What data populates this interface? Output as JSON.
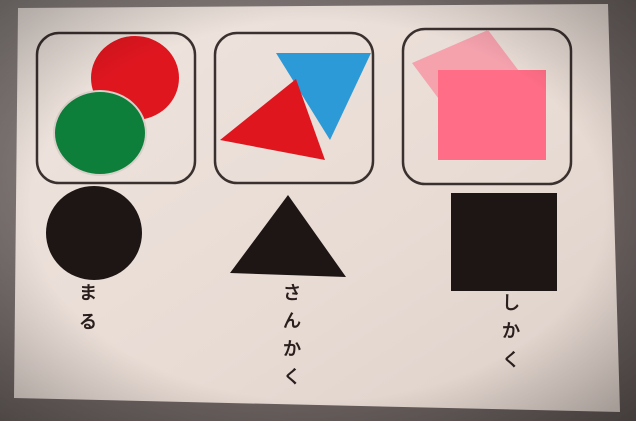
{
  "labels": {
    "circle": [
      "ま",
      "る"
    ],
    "triangle": [
      "さ",
      "ん",
      "か",
      "く"
    ],
    "square": [
      "し",
      "か",
      "く"
    ]
  },
  "colors": {
    "paper": "#e9ddd7",
    "background": "#6e6563",
    "red": "#e0161f",
    "green": "#0e7f3b",
    "blue": "#2d9ad8",
    "pink_light": "#f5a2ad",
    "pink": "#ff6e86",
    "black_shape": "#1e1614",
    "outline": "#3a302e"
  }
}
